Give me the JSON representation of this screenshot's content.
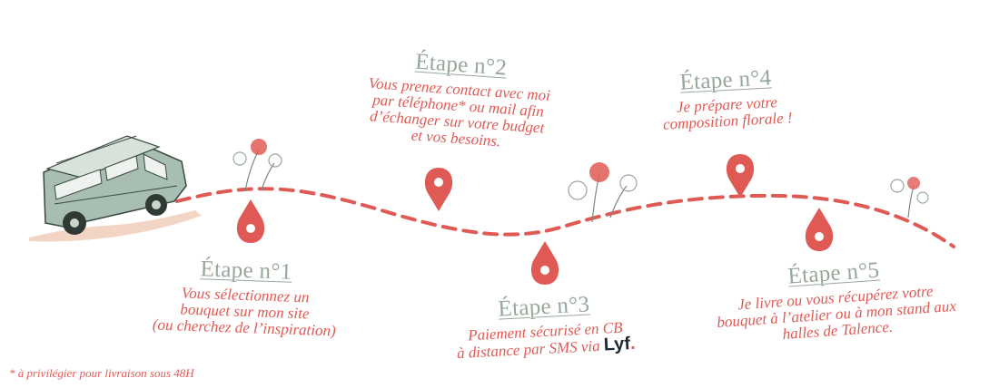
{
  "colors": {
    "accent": "#e05a55",
    "title": "#97a89b",
    "van": "#a9beb3",
    "path": "#e05a55"
  },
  "icons": {
    "van": "vintage-van-icon",
    "pin": "map-pin-icon",
    "flower": "flower-sprig-icon"
  },
  "steps": [
    {
      "title": "Étape n°1",
      "lines": [
        "Vous sélectionnez un",
        "bouquet sur mon site",
        "(ou cherchez de l’inspiration)"
      ]
    },
    {
      "title": "Étape n°2",
      "lines": [
        "Vous prenez contact avec moi",
        "par téléphone* ou mail afin",
        "d’échanger sur votre budget",
        "et vos besoins."
      ]
    },
    {
      "title": "Étape n°3",
      "lines": [
        "Paiement  sécurisé en CB",
        "à distance par SMS via"
      ],
      "logo": "Lyf"
    },
    {
      "title": "Étape n°4",
      "lines": [
        "Je prépare votre",
        "composition florale !"
      ]
    },
    {
      "title": "Étape n°5",
      "lines": [
        "Je livre ou vous récupérez votre",
        "bouquet à l’atelier ou à mon stand aux",
        "halles de Talence."
      ]
    }
  ],
  "footnote": "* à privilégier pour livraison sous 48H"
}
